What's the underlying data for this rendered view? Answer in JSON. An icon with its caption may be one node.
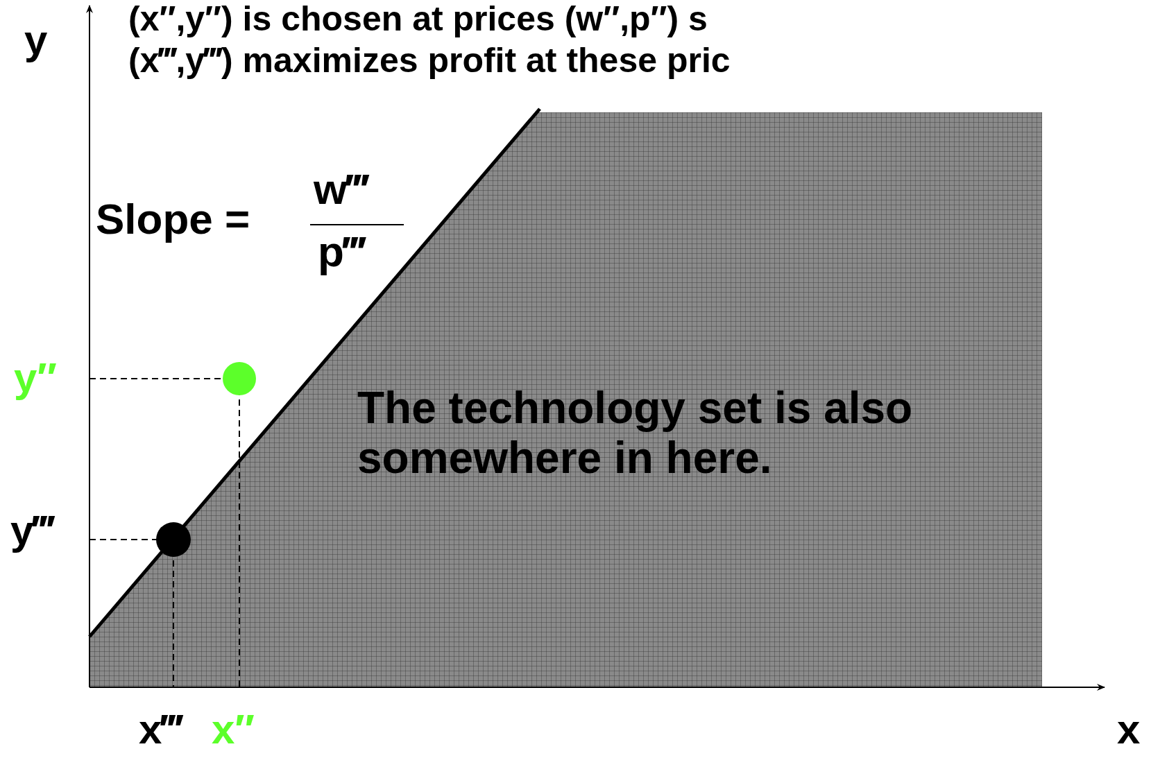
{
  "diagram": {
    "nodes": [
      {
        "text": [
          "The technology set is also somewhere in here."
        ]
      }
    ],
    "labels": [
      "(x″,y″) is chosen at prices (w″,p″) s",
      "(x‴,y‴) maximizes profit at these pric",
      "y",
      "Slope =",
      "w‴",
      "p‴",
      "y″",
      "y‴",
      "x‴",
      "x″",
      "x"
    ]
  }
}
